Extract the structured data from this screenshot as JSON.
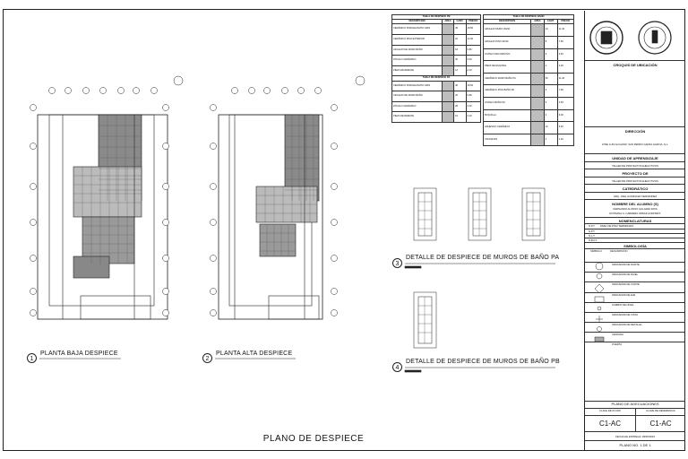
{
  "sheet_title": "PLANO DE DESPIECE",
  "views": [
    {
      "num": "1",
      "label": "PLANTA BAJA DESPIECE"
    },
    {
      "num": "2",
      "label": "PLANTA ALTA DESPIECE"
    },
    {
      "num": "3",
      "label": "DETALLE DE DESPIECE DE MUROS DE BAÑO PA"
    },
    {
      "num": "4",
      "label": "DETALLE DE DESPIECE DE MUROS DE BAÑO PB"
    }
  ],
  "tables": {
    "left_title": "TABLA DE DESPIECE PB",
    "left_title2": "TABLA DE DESPIECE PA",
    "right_title": "TABLA DE DESPIECE BAÑO",
    "col_headers": [
      "DESCRIPCIÓN",
      "ÁREA",
      "CANT.",
      "PRECIO"
    ],
    "left_rows": [
      [
        "CERÁMICO PORCELANATO GRIS",
        "",
        "45",
        "18.50"
      ],
      [
        "CERÁMICO PISO EXTERIOR",
        "",
        "22",
        "12.00"
      ],
      [
        "AZULEJO DE MURO BAÑO",
        "",
        "18",
        "9.80"
      ],
      [
        "ZÓCALO CERÁMICO",
        "",
        "30",
        "3.20"
      ],
      [
        "PIEZA DE REMATE",
        "",
        "12",
        "2.10"
      ]
    ],
    "left_rows2": [
      [
        "CERÁMICO PORCELANATO GRIS",
        "",
        "40",
        "18.50"
      ],
      [
        "AZULEJO DE MURO BAÑO",
        "",
        "20",
        "9.80"
      ],
      [
        "ZÓCALO CERÁMICO",
        "",
        "28",
        "3.20"
      ],
      [
        "PIEZA DE REMATE",
        "",
        "10",
        "2.10"
      ]
    ],
    "right_rows": [
      [
        "AZULEJO MURO 30x60",
        "",
        "24",
        "11.40"
      ],
      [
        "AZULEJO PISO 30x30",
        "",
        "8",
        "7.90"
      ],
      [
        "LISTELO DECORATIVO",
        "",
        "6",
        "4.50"
      ],
      [
        "PIEZA DE ESQUINA",
        "",
        "4",
        "2.30"
      ],
      [
        "CERÁMICO MURO BAÑO PA",
        "",
        "26",
        "11.40"
      ],
      [
        "CERÁMICO PISO BAÑO PA",
        "",
        "9",
        "7.90"
      ],
      [
        "LISTELO BAÑO PA",
        "",
        "5",
        "4.50"
      ],
      [
        "BOQUILLA",
        "",
        "3",
        "6.00"
      ],
      [
        "ADHESIVO CERÁMICO",
        "",
        "12",
        "5.60"
      ],
      [
        "CRUCETAS",
        "",
        "2",
        "1.20"
      ]
    ]
  },
  "titleblock": {
    "croquis": "CROQUIS DE UBICACIÓN",
    "direccion_h": "DIRECCIÓN",
    "direccion": "JOSE LUIS ALCAZAR, SAN PEDRO GARZA GARCIA, N.L.",
    "unidad_h": "UNIDAD DE APRENDIZAJE",
    "unidad": "TALLER DE PROYECTOS EJECUTIVOS",
    "proyecto_h": "PROYECTO DE",
    "proyecto": "TALLER DE PROYECTOS EJECUTIVOS",
    "catedratico_h": "CATEDRÁTICO",
    "catedratico": "ARQ. JOEL GONZALEZ FERNANDEZ",
    "alumno_h": "NOMBRE DEL ALUMNO (S)",
    "alumno": "FERNANDO ALONSO GALARZA RIOS",
    "alumno2": "ROSSANA G. CARRERA ORDAZ HORNSIFT",
    "nomen_h": "NOMENCLATURAS",
    "nomen_cols": [
      "N.P.T.",
      "NIVEL DE PISO TERMINADO"
    ],
    "nomen": [
      "N.P.T.",
      "N.L.T.",
      "N.B.P.T."
    ],
    "simb_h": "SIMBOLOGÍA",
    "simb_cols": [
      "SÍMBOLO",
      "DESCRIPCIÓN"
    ],
    "simb": [
      "INDICADOR DE NORTE",
      "INDICADOR DE NIVEL",
      "INDICADOR DE CORTE",
      "INDICADOR DE EJE",
      "CAMBIO DE NIVEL",
      "INDICADOR DE VISTA",
      "INDICADOR DE DETALLE",
      "VENTANA",
      "PUERTA"
    ],
    "plano_h": "PLANO DE ADECUACIONES",
    "clave_h": "CLAVE DE PLANO",
    "clave_ref_h": "CLAVE DE REFERENCIA",
    "clave": "C1-AC",
    "clave_ref": "C1-AC",
    "fecha": "FECHA DE ENTREGA: 09/05/2023",
    "plano_no": "PLANO NO.  1  DE  1"
  }
}
